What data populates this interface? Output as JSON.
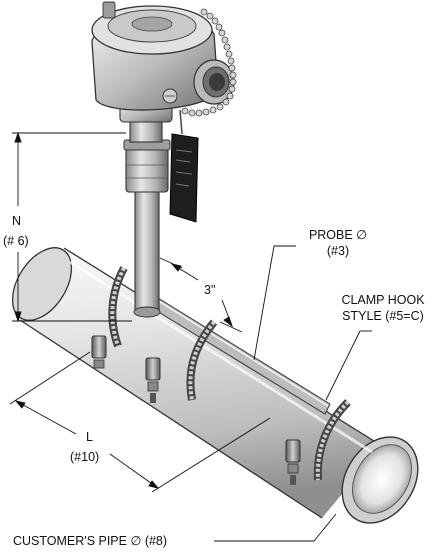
{
  "diagram": {
    "labels": {
      "n_dim": "N",
      "n_ref": "(# 6)",
      "three_in": "3\"",
      "probe_line1": "PROBE ∅",
      "probe_line2": "(#3)",
      "clamp_line1": "CLAMP HOOK",
      "clamp_line2": "STYLE (#5=C)",
      "l_dim": "L",
      "l_ref": "(#10)",
      "pipe_label": "CUSTOMER'S PIPE ∅ (#8)"
    },
    "colors": {
      "metal_light": "#f2f2f2",
      "metal_mid": "#c8c8c8",
      "metal_dark": "#6e6e6e",
      "outline": "#333333",
      "dimension": "#111111"
    }
  }
}
